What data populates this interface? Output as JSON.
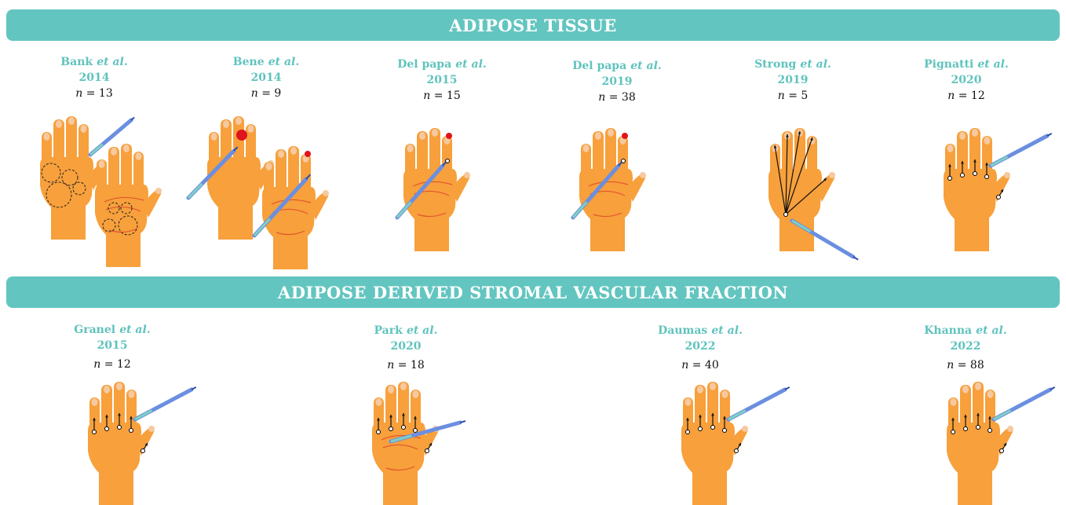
{
  "sections": [
    {
      "title": "ADIPOSE TISSUE"
    },
    {
      "title": "ADIPOSE DERIVED STROMAL VASCULAR FRACTION"
    }
  ],
  "studies": [
    {
      "author": "Bank",
      "etal": "et al.",
      "year": "2014",
      "n_label": "n",
      "n_value": "= 13"
    },
    {
      "author": "Bene",
      "etal": "et al.",
      "year": "2014",
      "n_label": "n",
      "n_value": "= 9"
    },
    {
      "author": "Del papa",
      "etal": "et al.",
      "year": "2015",
      "n_label": "n",
      "n_value": "= 15"
    },
    {
      "author": "Del papa",
      "etal": "et al.",
      "year": "2019",
      "n_label": "n",
      "n_value": "= 38"
    },
    {
      "author": "Strong",
      "etal": "et al.",
      "year": "2019",
      "n_label": "n",
      "n_value": "= 5"
    },
    {
      "author": "Pignatti",
      "etal": "et al.",
      "year": "2020",
      "n_label": "n",
      "n_value": "= 12"
    },
    {
      "author": "Granel",
      "etal": "et al.",
      "year": "2015",
      "n_label": "n",
      "n_value": "= 12"
    },
    {
      "author": "Park",
      "etal": "et al.",
      "year": "2020",
      "n_label": "n",
      "n_value": "= 18"
    },
    {
      "author": "Daumas",
      "etal": "et al.",
      "year": "2022",
      "n_label": "n",
      "n_value": "= 40"
    },
    {
      "author": "Khanna",
      "etal": "et al.",
      "year": "2022",
      "n_label": "n",
      "n_value": "= 88"
    }
  ],
  "colors": {
    "banner": "#63c5c0",
    "title_text": "#5fc3bd",
    "hand_skin": "#f7a03c",
    "nail": "#f6c9a0",
    "crease": "#e2552c",
    "dot": "#e0141e",
    "syringe": "#6b8fe0",
    "syringe_dark": "#2a4aa8",
    "syringe_fluid": "#7fd0c4"
  },
  "icons": [
    "hand-icon",
    "syringe-icon",
    "injection-dot-icon",
    "direction-arrow-icon",
    "dashed-area-icon"
  ]
}
